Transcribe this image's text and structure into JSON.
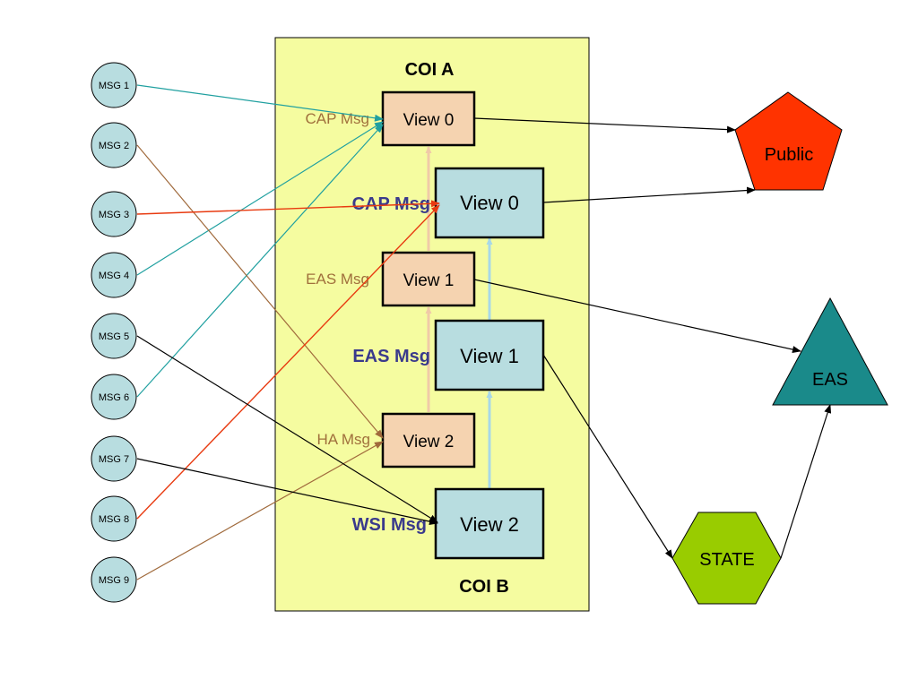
{
  "coi_a": {
    "title": "COI A"
  },
  "coi_b": {
    "title": "COI B"
  },
  "messages": [
    "MSG 1",
    "MSG 2",
    "MSG 3",
    "MSG 4",
    "MSG 5",
    "MSG 6",
    "MSG 7",
    "MSG 8",
    "MSG 9"
  ],
  "views_a": [
    "View 0",
    "View 1",
    "View 2"
  ],
  "views_b": [
    "View 0",
    "View 1",
    "View 2"
  ],
  "labels_a": [
    "CAP Msg",
    "EAS Msg",
    "HA Msg"
  ],
  "labels_b": [
    "CAP Msg",
    "EAS Msg",
    "WSI Msg"
  ],
  "targets": {
    "public": "Public",
    "eas": "EAS",
    "state": "STATE"
  },
  "colors": {
    "panel": "#f5fca0",
    "view_a_fill": "#f5d3b0",
    "view_b_fill": "#b8dde0",
    "msg_fill": "#b8dde0",
    "public": "#ff3300",
    "eas": "#1a8a8a",
    "state": "#99cc00",
    "teal_line": "#20a0a0",
    "brown_line": "#a06a3c",
    "red_line": "#e83a10"
  }
}
